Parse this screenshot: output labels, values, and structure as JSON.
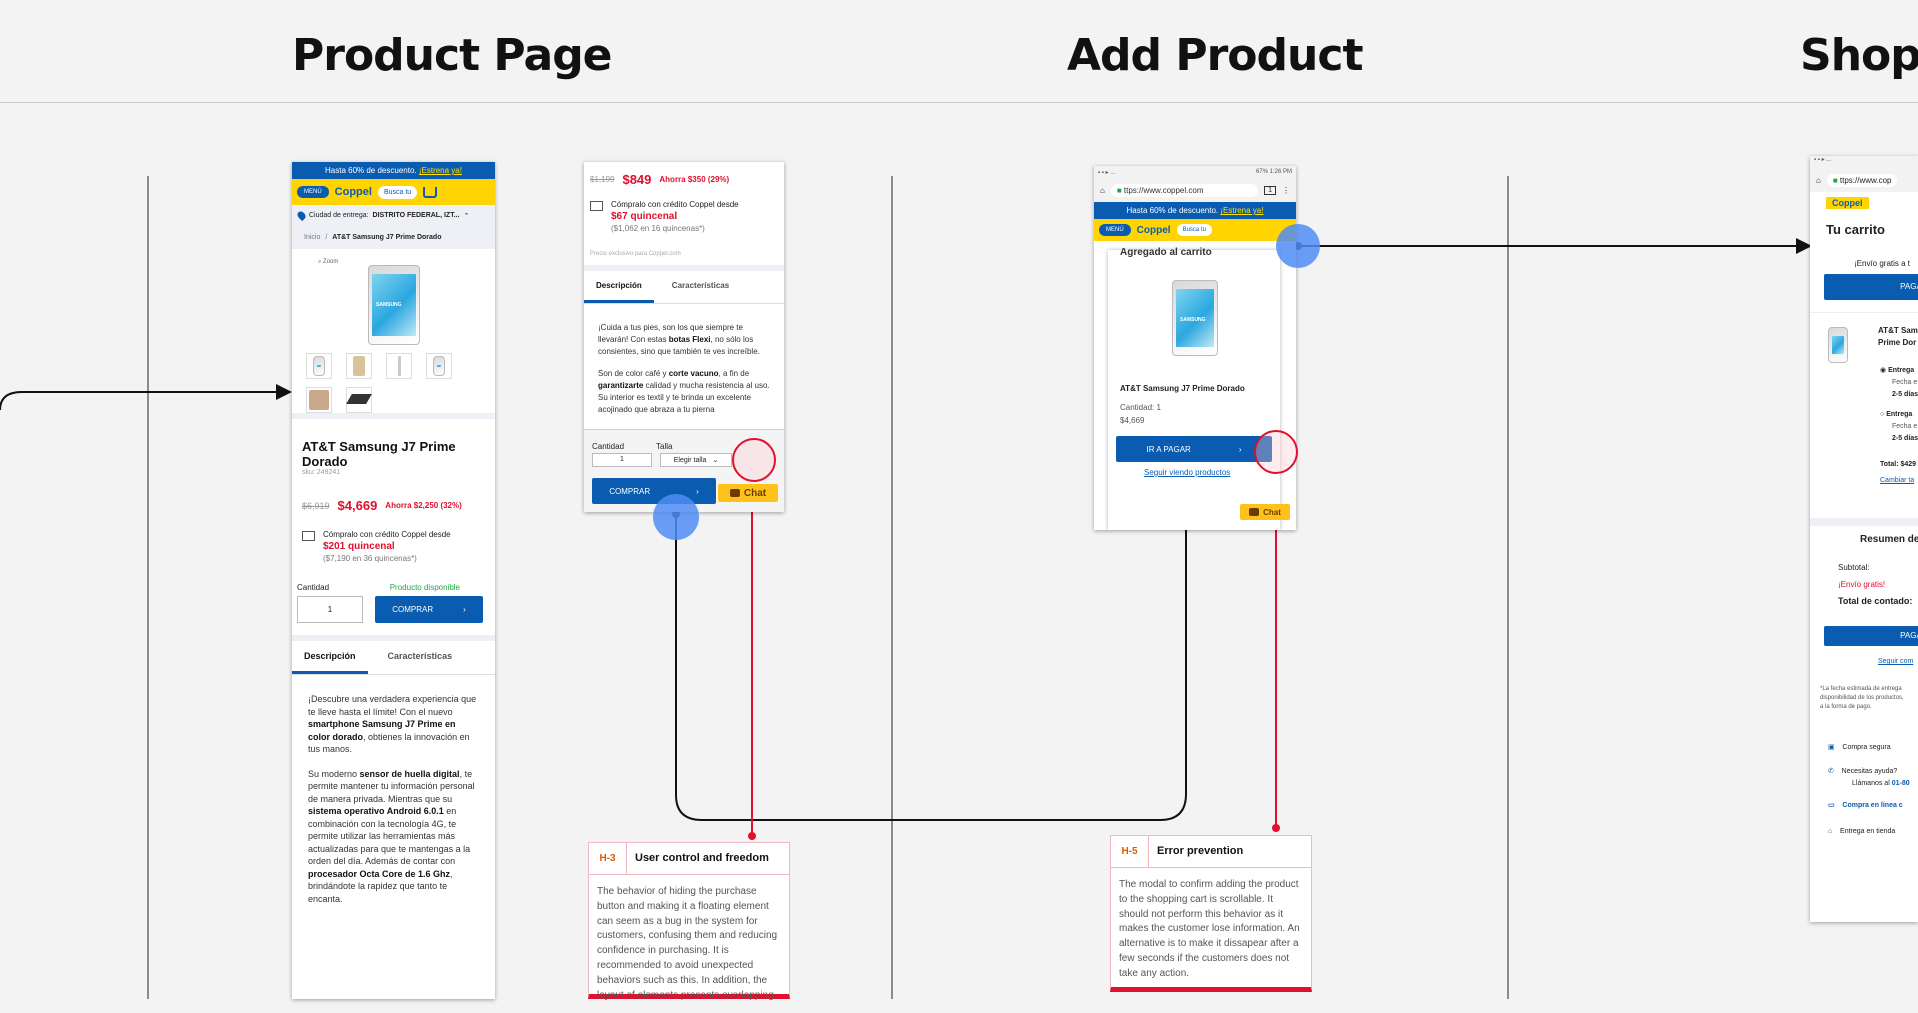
{
  "sections": {
    "product_page": "Product Page",
    "add_product": "Add Product",
    "shopping": "Shopp"
  },
  "colors": {
    "brand_blue": "#0a5cb0",
    "brand_yellow": "#ffd400",
    "accent_red": "#e0102e"
  },
  "common": {
    "promo_text": "Hasta 60% de descuento. ",
    "promo_link": "¡Estrena ya!",
    "menu": "MENÚ",
    "logo": "Coppel",
    "search": "Busca tu",
    "chat": "Chat"
  },
  "product_screen": {
    "delivery_label": "Ciudad de entrega: ",
    "delivery_city": "DISTRITO FEDERAL, IZT...",
    "breadcrumb_home": "Inicio",
    "breadcrumb_sep": "/",
    "breadcrumb_current": "AT&T Samsung J7 Prime Dorado",
    "zoom": "Zoom",
    "brand": "SAMSUNG",
    "title": "AT&T Samsung J7 Prime Dorado",
    "sku": "sku: 249241",
    "old_price": "$6,919",
    "price": "$4,669",
    "savings": "Ahorra $2,250 (32%)",
    "credit_line": "Cómpralo con crédito Coppel desde",
    "credit_amount": "$201 quincenal",
    "credit_detail": "($7,190 en 36 quincenas*)",
    "qty_label": "Cantidad",
    "availability": "Producto disponible",
    "qty_value": "1",
    "buy": "COMPRAR",
    "tab_desc": "Descripción",
    "tab_chars": "Características",
    "desc_p1_a": "¡Descubre una verdadera experiencia que te lleve hasta el límite! Con el nuevo ",
    "desc_p1_b": "smartphone Samsung J7 Prime en color dorado",
    "desc_p1_c": ", obtienes la innovación en tus manos.",
    "desc_p2_a": "Su moderno ",
    "desc_p2_b": "sensor de huella digital",
    "desc_p2_c": ", te permite mantener tu información personal de manera privada. Mientras que su ",
    "desc_p2_d": "sistema operativo Android 6.0.1",
    "desc_p2_e": " en combinación con la tecnología 4G, te permite utilizar las herramientas más actualizadas para que te mantengas a la orden del día. Además de contar con ",
    "desc_p2_f": "procesador Octa Core de 1.6 Ghz",
    "desc_p2_g": ", brindándote la rapidez que tanto te encanta."
  },
  "boots_screen": {
    "old_price": "$1,199",
    "price": "$849",
    "savings": "Ahorra $350 (29%)",
    "credit_line": "Cómpralo con crédito Coppel desde",
    "credit_amount": "$67 quincenal",
    "credit_detail": "($1,062 en 16 quincenas*)",
    "exclusive": "Precio exclusivo para Coppel.com",
    "tab_desc": "Descripción",
    "tab_chars": "Características",
    "p1_a": "¡Cuida a tus pies, son los que siempre te llevarán! Con estas ",
    "p1_b": "botas Flexi",
    "p1_c": ", no sólo los consientes, sino que también te ves increíble.",
    "p2_a": "Son de color café y ",
    "p2_b": "corte vacuno",
    "p2_c": ", a fin de ",
    "p2_d": "garantizarte",
    "p2_e": " calidad y mucha resistencia al uso. Su interior es textil y te brinda un excelente acojinado que abraza a tu pierna",
    "qty_label": "Cantidad",
    "size_label": "Talla",
    "qty_value": "1",
    "size_placeholder": "Elegir talla",
    "buy": "COMPRAR"
  },
  "modal_screen": {
    "status_time": "67% 1:26 PM",
    "url": "ttps://www.coppel.com",
    "tab_count": "1",
    "modal_title": "Agregado al carrito",
    "product": "AT&T Samsung J7 Prime Dorado",
    "qty": "Cantidad: 1",
    "price": "$4,669",
    "pay": "IR A PAGAR",
    "continue": "Seguir viendo productos"
  },
  "cart_screen": {
    "url": "ttps://www.cop",
    "title": "Tu carrito",
    "free_ship": "¡Envío gratis a t",
    "pay": "PAGA",
    "product_a": "AT&T Sam",
    "product_b": "Prime Dor",
    "delivery_1": "Entrega",
    "fecha_1": "Fecha e",
    "days_1": "2-5 días",
    "delivery_2": "Entrega",
    "fecha_2": "Fecha e",
    "days_2": "2-5 días",
    "total": "Total: $429",
    "change": "Cambiar ta",
    "summary": "Resumen de",
    "subtotal": "Subtotal:",
    "free": "¡Envío gratis!",
    "cash_total": "Total de contado:",
    "pay2": "PAGA",
    "continue": "Seguir com",
    "note_1": "*La fecha estimada de entrega",
    "note_2": "disponibilidad de los productos,",
    "note_3": "a la forma de pago.",
    "secure": "Compra segura",
    "help": "Necesitas ayuda?",
    "call": "Llámanos al ",
    "phone": "01-80",
    "online": "Compra en línea c",
    "store": "Entrega en tienda"
  },
  "heuristics": [
    {
      "code": "H-3",
      "title": "User control and freedom",
      "body": "The behavior of hiding the purchase button and making it a floating element can seem as a bug in the system for customers, confusing them and reducing confidence in purchasing. It is recommended to avoid unexpected behaviors such as this. In addition, the layout of elements presents overlapping."
    },
    {
      "code": "H-5",
      "title": "Error prevention",
      "body": "The modal to confirm adding the product to the shopping cart is scrollable. It should not perform this behavior as it makes the customer lose information. An alternative is to make it dissapear after a few seconds if the customers does not take any action."
    }
  ]
}
